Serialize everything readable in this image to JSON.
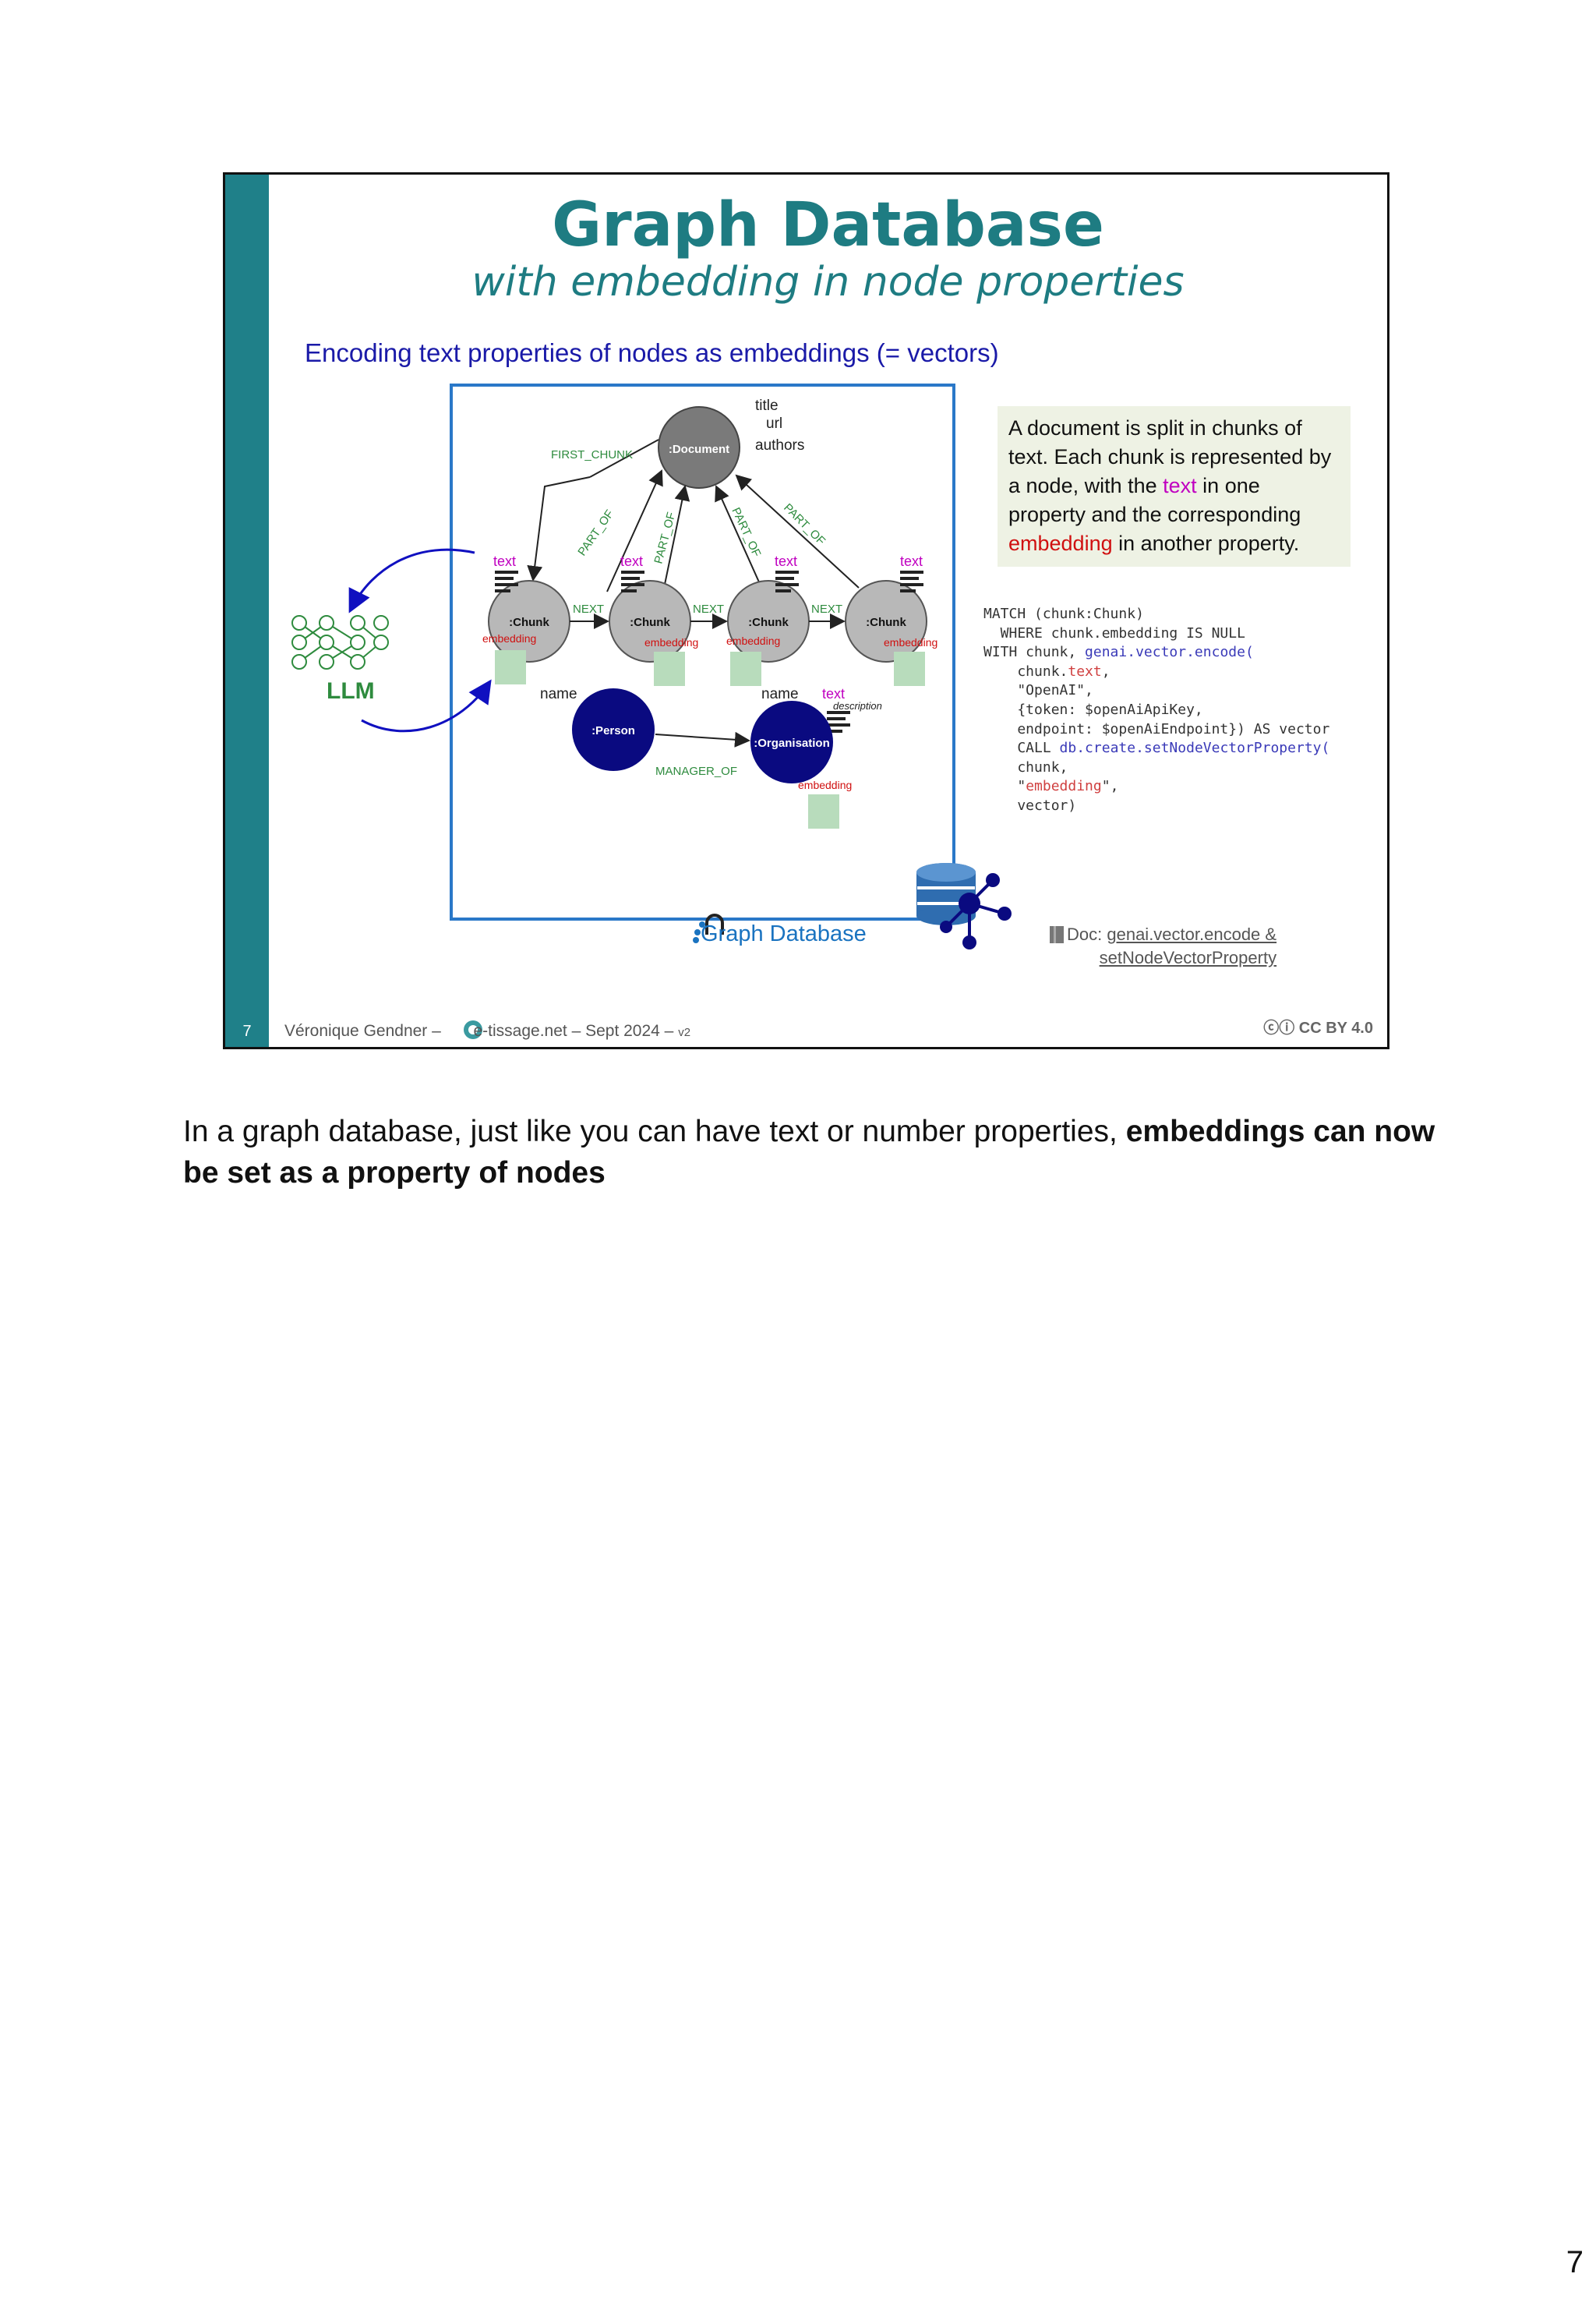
{
  "slide": {
    "number": "7",
    "title": "Graph Database",
    "subtitle": "with embedding in node properties",
    "lead": "Encoding text properties of nodes as embeddings (= vectors)",
    "info": {
      "p1": "A document is split in chunks of text. Each chunk is represented by a node, with the ",
      "hl1": "text",
      "p2": " in one property and the corresponding ",
      "hl2": "embedding",
      "p3": " in another property."
    },
    "code": {
      "l1": "MATCH (chunk:Chunk)",
      "l2": "  WHERE chunk.embedding IS NULL",
      "l3a": "WITH chunk, ",
      "l3b": "genai.vector.encode(",
      "l4a": "    chunk.",
      "l4b": "text",
      "l4c": ",",
      "l5": "    \"OpenAI\",",
      "l6": "    {token: $openAiApiKey,",
      "l7": "    endpoint: $openAiEndpoint}) AS vector",
      "l8a": "    CALL ",
      "l8b": "db.create.setNodeVectorProperty(",
      "l9": "    chunk,",
      "l10a": "    \"",
      "l10b": "embedding",
      "l10c": "\",",
      "l11": "    vector)"
    },
    "diagram": {
      "document": ":Document",
      "doc_props": [
        "title",
        "url",
        "authors"
      ],
      "first_chunk": "FIRST_CHUNK",
      "part_of": "PART_OF",
      "next": "NEXT",
      "chunk": ":Chunk",
      "text": "text",
      "embedding": "embedding",
      "llm": "LLM",
      "person": ":Person",
      "organisation": ":Organisation",
      "name": "name",
      "description": "description",
      "manager_of": "MANAGER_OF"
    },
    "graph_db_label": "Graph Database",
    "doc_prefix": "Doc: ",
    "doc_link1": "genai.vector.encode &",
    "doc_link2": "setNodeVectorProperty",
    "footer_main": "Véronique Gendner – ",
    "footer_site": " e-tissage.net – Sept 2024 – ",
    "footer_version": "v2",
    "license": "CC BY 4.0",
    "colors": {
      "teal": "#1f8089",
      "navy": "#0a0a80",
      "green": "#2e8b3e",
      "magenta": "#c000c0",
      "red": "#d01010"
    }
  },
  "note": {
    "normal": "In a graph database, just like you can have text or number properties, ",
    "bold": "embeddings can now be set as a property of nodes"
  },
  "page_number": "7"
}
